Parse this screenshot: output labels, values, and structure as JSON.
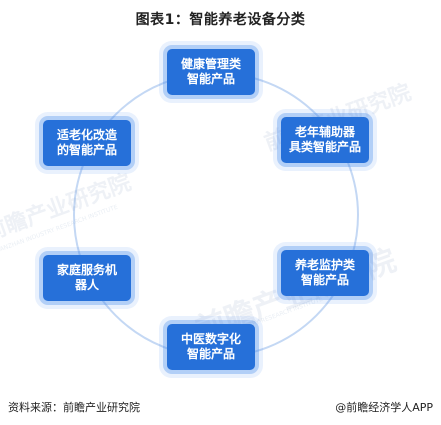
{
  "title": "图表1：智能养老设备分类",
  "colors": {
    "node_fill": "#2670d9",
    "ring_stroke": "#c4d8f4",
    "halo": "#4d8eeb"
  },
  "nodes": [
    {
      "line1": "健康管理类",
      "line2": "智能产品"
    },
    {
      "line1": "老年辅助器",
      "line2": "具类智能产品"
    },
    {
      "line1": "养老监护类",
      "line2": "智能产品"
    },
    {
      "line1": "中医数字化",
      "line2": "智能产品"
    },
    {
      "line1": "家庭服务机",
      "line2": "器人"
    },
    {
      "line1": "适老化改造",
      "line2": "的智能产品"
    }
  ],
  "watermarks": {
    "main": "前瞻产业研究院",
    "sub": "QIANZHAN INDUSTRY RESEARCH INSTITUTE"
  },
  "footer": {
    "source": "资料来源：前瞻产业研究院",
    "credit": "@前瞻经济学人APP"
  }
}
